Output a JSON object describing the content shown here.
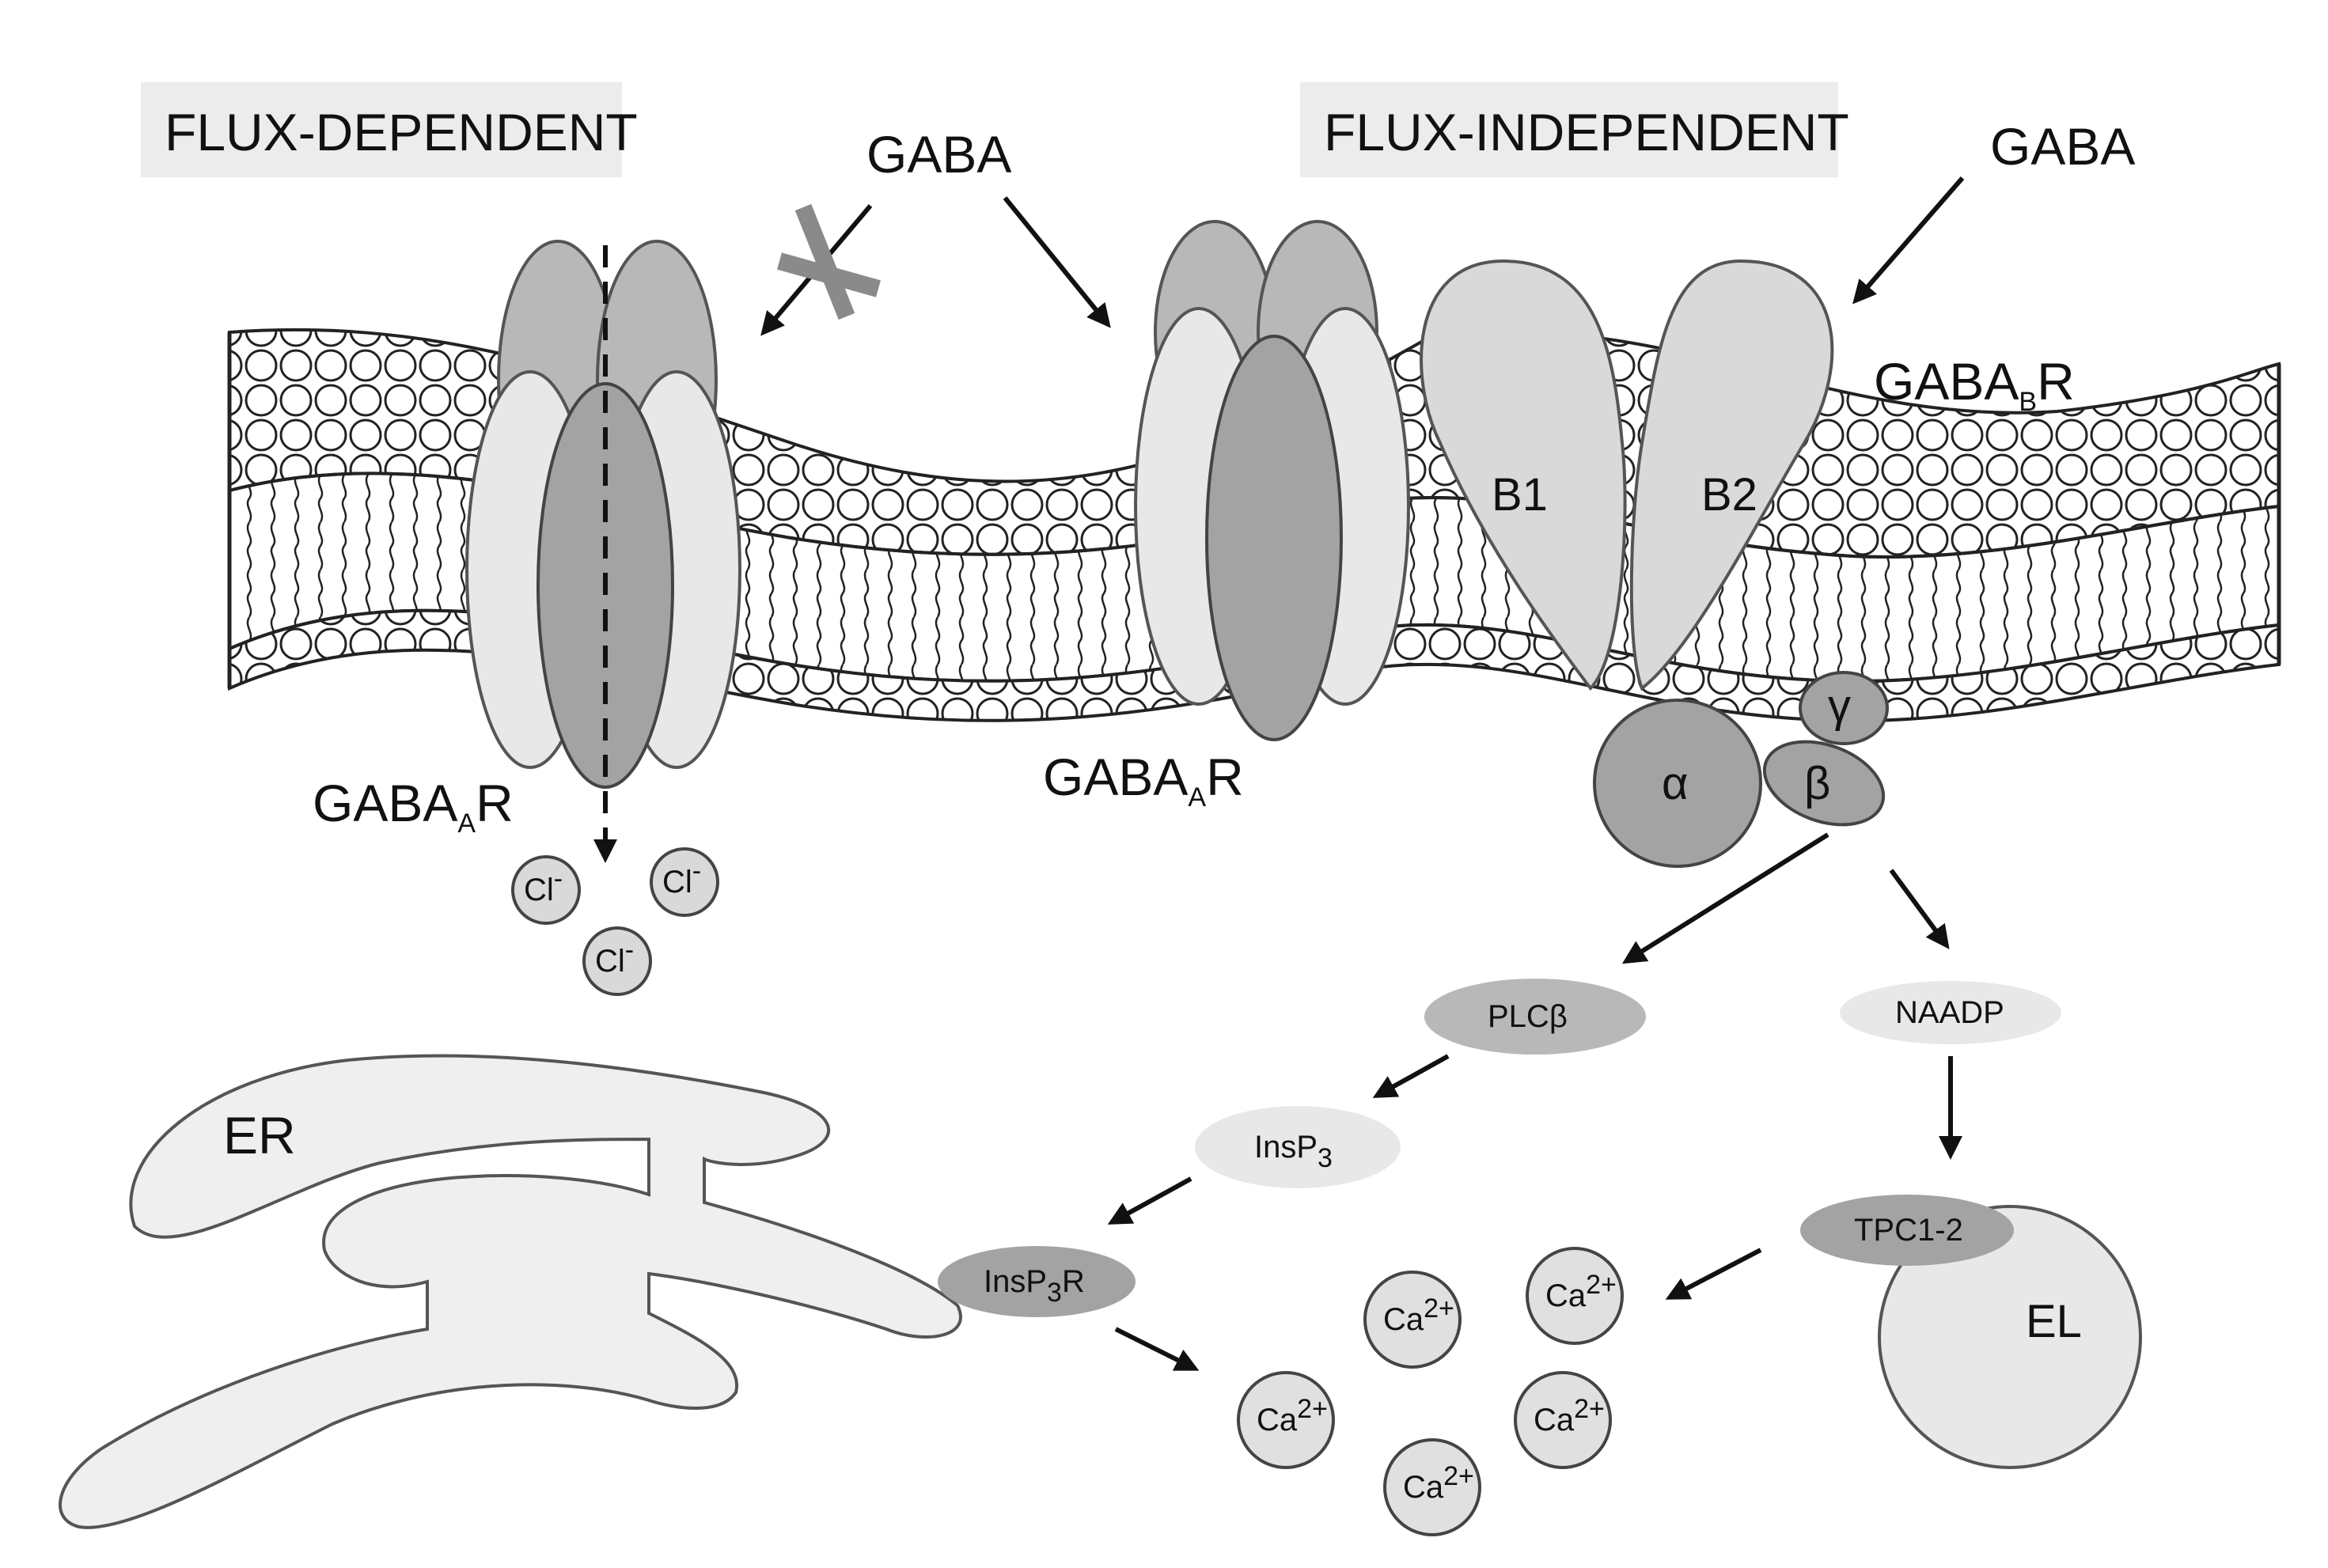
{
  "labels": {
    "flux_dependent": "FLUX-DEPENDENT",
    "flux_independent": "FLUX-INDEPENDENT",
    "gaba_left": "GABA",
    "gaba_right": "GABA",
    "gabaa_left": "GABA",
    "gabaa_left_sub": "A",
    "gabaa_left_r": "R",
    "gabaa_mid": "GABA",
    "gabaa_mid_sub": "A",
    "gabaa_mid_r": "R",
    "gabab": "GABA",
    "gabab_sub": "B",
    "gabab_r": "R",
    "b1": "B1",
    "b2": "B2",
    "alpha": "α",
    "beta": "β",
    "gamma": "γ",
    "cl": "Cl",
    "cl_sup": "-",
    "plcb": "PLCβ",
    "naadp": "NAADP",
    "insp3": "InsP",
    "insp3_sub": "3",
    "insp3r": "InsP",
    "insp3r_sub": "3",
    "insp3r_r": "R",
    "tpc": "TPC1-2",
    "el": "EL",
    "er": "ER",
    "ca": "Ca",
    "ca_sup": "2+"
  },
  "colors": {
    "light_grey": "#e8e8e8",
    "mid_grey": "#b8b8b8",
    "dark_grey": "#a3a3a3",
    "label_box": "#ececec",
    "stroke": "#333333"
  }
}
